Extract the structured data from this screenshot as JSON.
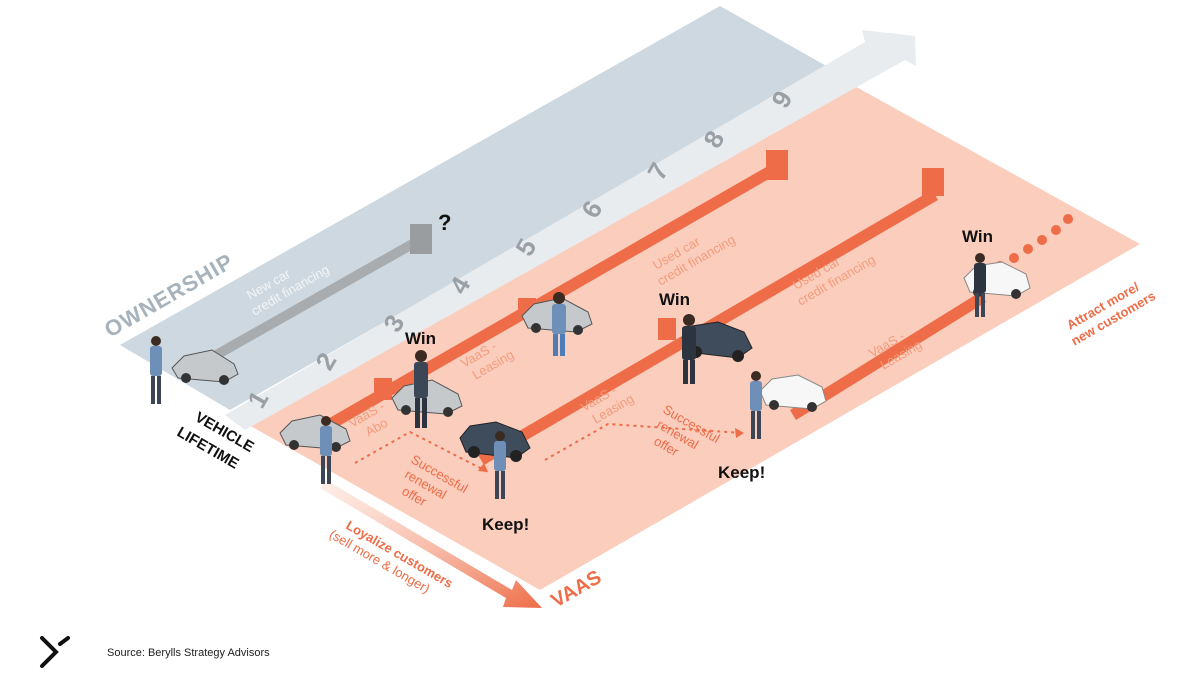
{
  "labels": {
    "ownership": "OWNERSHIP",
    "vehicle": "VEHICLE",
    "lifetime": "LIFETIME",
    "vaas": "VAAS",
    "question": "?",
    "new_car_1": "New car",
    "new_car_2": "credit financing",
    "used_car_a_1": "Used car",
    "used_car_a_2": "credit financing",
    "used_car_b_1": "Used car",
    "used_car_b_2": "credit financing",
    "vaas_abo_1": "VaaS -",
    "vaas_abo_2": "Abo",
    "vaas_leasing_a_1": "VaaS -",
    "vaas_leasing_a_2": "Leasing",
    "vaas_leasing_b_1": "VaaS -",
    "vaas_leasing_b_2": "Leasing",
    "vaas_leasing_c_1": "VaaS -",
    "vaas_leasing_c_2": "Leasing",
    "renewal_a_1": "Successful",
    "renewal_a_2": "renewal",
    "renewal_a_3": "offer",
    "renewal_b_1": "Successful",
    "renewal_b_2": "renewal",
    "renewal_b_3": "offer",
    "win_1": "Win",
    "win_2": "Win",
    "win_3": "Win",
    "keep_1": "Keep!",
    "keep_2": "Keep!",
    "loyalize_1": "Loyalize customers",
    "loyalize_2": "(sell more & longer)",
    "attract_1": "Attract more/",
    "attract_2": "new customers",
    "source": "Source: Berylls Strategy Advisors"
  },
  "timeline_years": [
    "1",
    "2",
    "3",
    "4",
    "5",
    "6",
    "7",
    "8",
    "9"
  ],
  "colors": {
    "ownership_plane": "#cdd8e0",
    "vaas_plane": "#fbcdbd",
    "arrow_band": "#e8ecef",
    "accent": "#ee6c47",
    "gray_bar": "#a9acae",
    "label_dark": "#222222"
  }
}
